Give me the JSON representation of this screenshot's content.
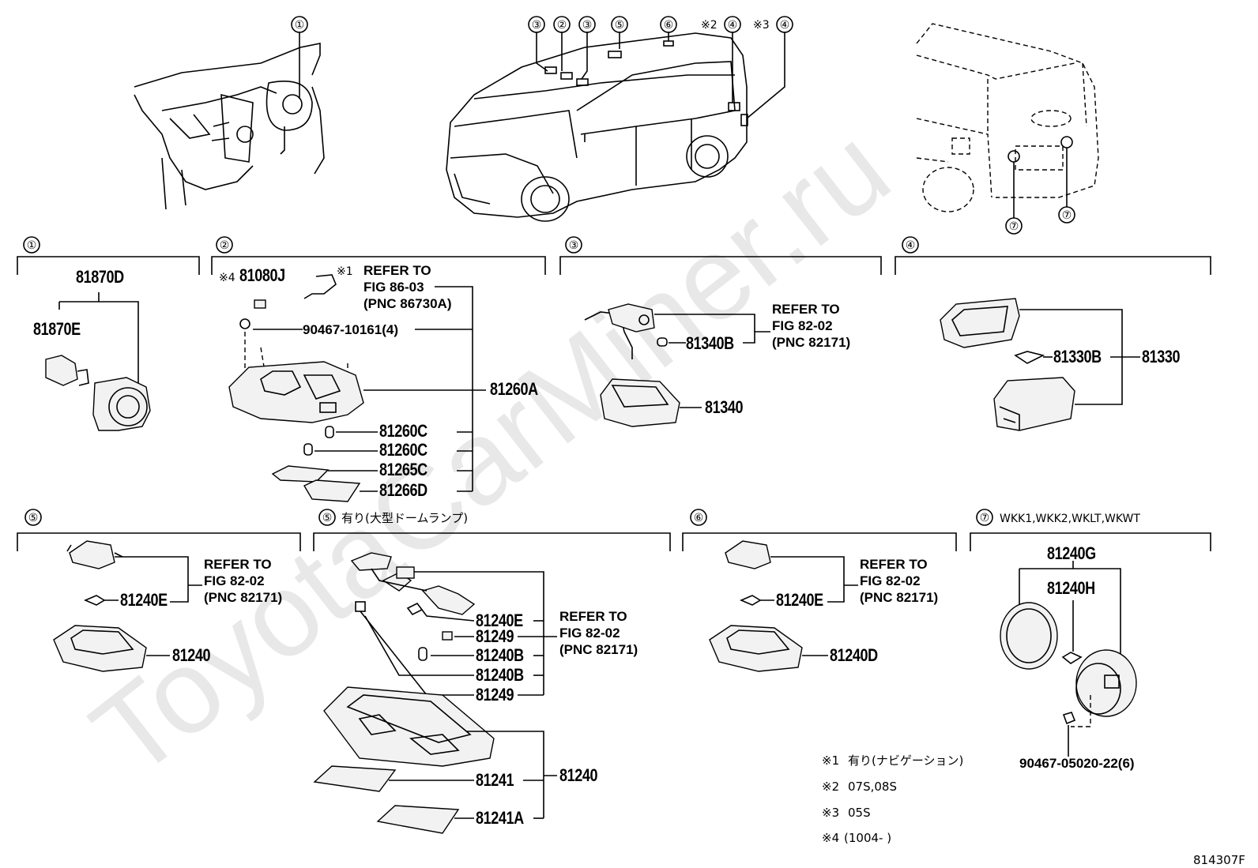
{
  "watermark": "ToyotaCarMiner.ru",
  "diagram_code": "814307F",
  "car_callouts": {
    "interior": [
      "①"
    ],
    "van": [
      "③",
      "②",
      "③",
      "⑤",
      "⑥",
      "④",
      "④"
    ],
    "van_notes": [
      "※2",
      "※3"
    ],
    "rear": [
      "⑦",
      "⑦"
    ]
  },
  "sections": {
    "s1": {
      "num": "①",
      "parts": [
        "81870D",
        "81870E"
      ]
    },
    "s2": {
      "num": "②",
      "note4": "※4",
      "note1": "※1",
      "refer": [
        "REFER TO",
        "FIG 86-03",
        "(PNC 86730A)"
      ],
      "parts": [
        "81080J",
        "90467-10161(4)",
        "81260A",
        "81260C",
        "81260C",
        "81265C",
        "81266D"
      ]
    },
    "s3": {
      "num": "③",
      "refer": [
        "REFER TO",
        "FIG 82-02",
        "(PNC 82171)"
      ],
      "parts": [
        "81340B",
        "81340"
      ]
    },
    "s4": {
      "num": "④",
      "parts": [
        "81330B",
        "81330"
      ]
    },
    "s5": {
      "num": "⑤",
      "refer": [
        "REFER TO",
        "FIG 82-02",
        "(PNC 82171)"
      ],
      "parts": [
        "81240E",
        "81240"
      ]
    },
    "s5b": {
      "num": "⑤",
      "title": "有り(大型ドームランプ)",
      "refer": [
        "REFER TO",
        "FIG 82-02",
        "(PNC 82171)"
      ],
      "parts": [
        "81240E",
        "81249",
        "81240B",
        "81240B",
        "81249",
        "81240",
        "81241",
        "81241A"
      ]
    },
    "s6": {
      "num": "⑥",
      "refer": [
        "REFER TO",
        "FIG 82-02",
        "(PNC 82171)"
      ],
      "parts": [
        "81240E",
        "81240D"
      ]
    },
    "s7": {
      "num": "⑦",
      "title": "WKK1,WKK2,WKLT,WKWT",
      "parts": [
        "81240G",
        "81240H",
        "90467-05020-22(6)"
      ]
    }
  },
  "footnotes": [
    {
      "mark": "※1",
      "text": "有り(ナビゲーション)"
    },
    {
      "mark": "※2",
      "text": "07S,08S"
    },
    {
      "mark": "※3",
      "text": "05S"
    },
    {
      "mark": "※4",
      "text": "(1004-       )"
    }
  ]
}
